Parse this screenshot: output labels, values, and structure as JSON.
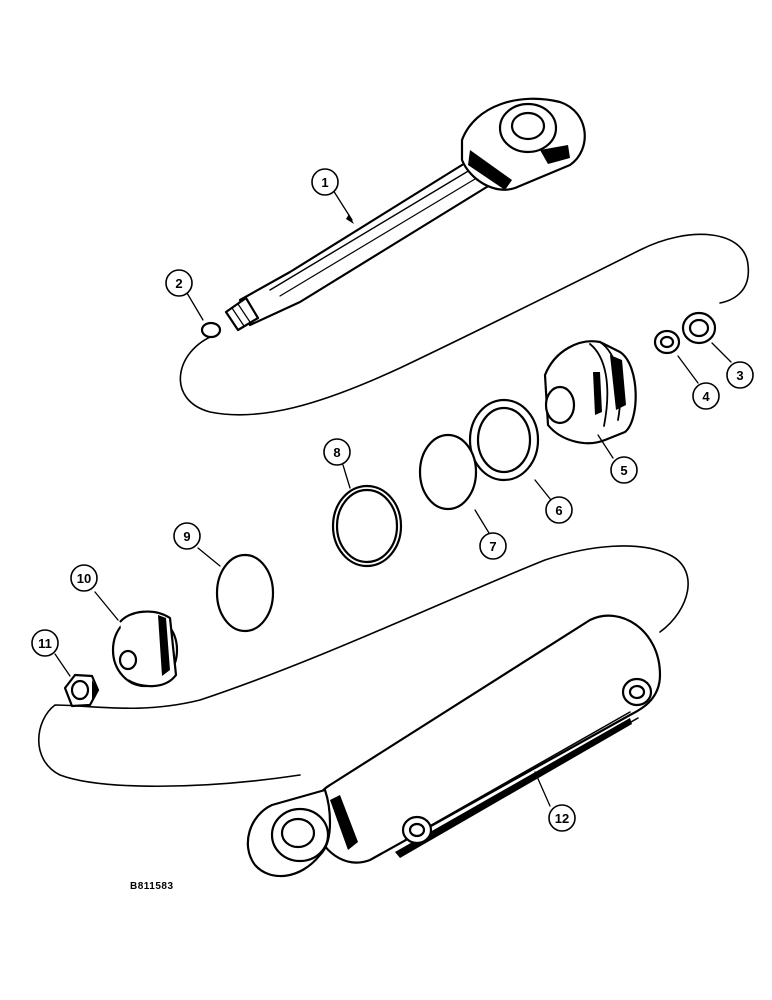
{
  "diagram": {
    "reference_code": "B811583",
    "callouts": [
      {
        "id": "1",
        "label": "1"
      },
      {
        "id": "2",
        "label": "2"
      },
      {
        "id": "3",
        "label": "3"
      },
      {
        "id": "4",
        "label": "4"
      },
      {
        "id": "5",
        "label": "5"
      },
      {
        "id": "6",
        "label": "6"
      },
      {
        "id": "7",
        "label": "7"
      },
      {
        "id": "8",
        "label": "8"
      },
      {
        "id": "9",
        "label": "9"
      },
      {
        "id": "10",
        "label": "10"
      },
      {
        "id": "11",
        "label": "11"
      },
      {
        "id": "12",
        "label": "12"
      }
    ]
  }
}
